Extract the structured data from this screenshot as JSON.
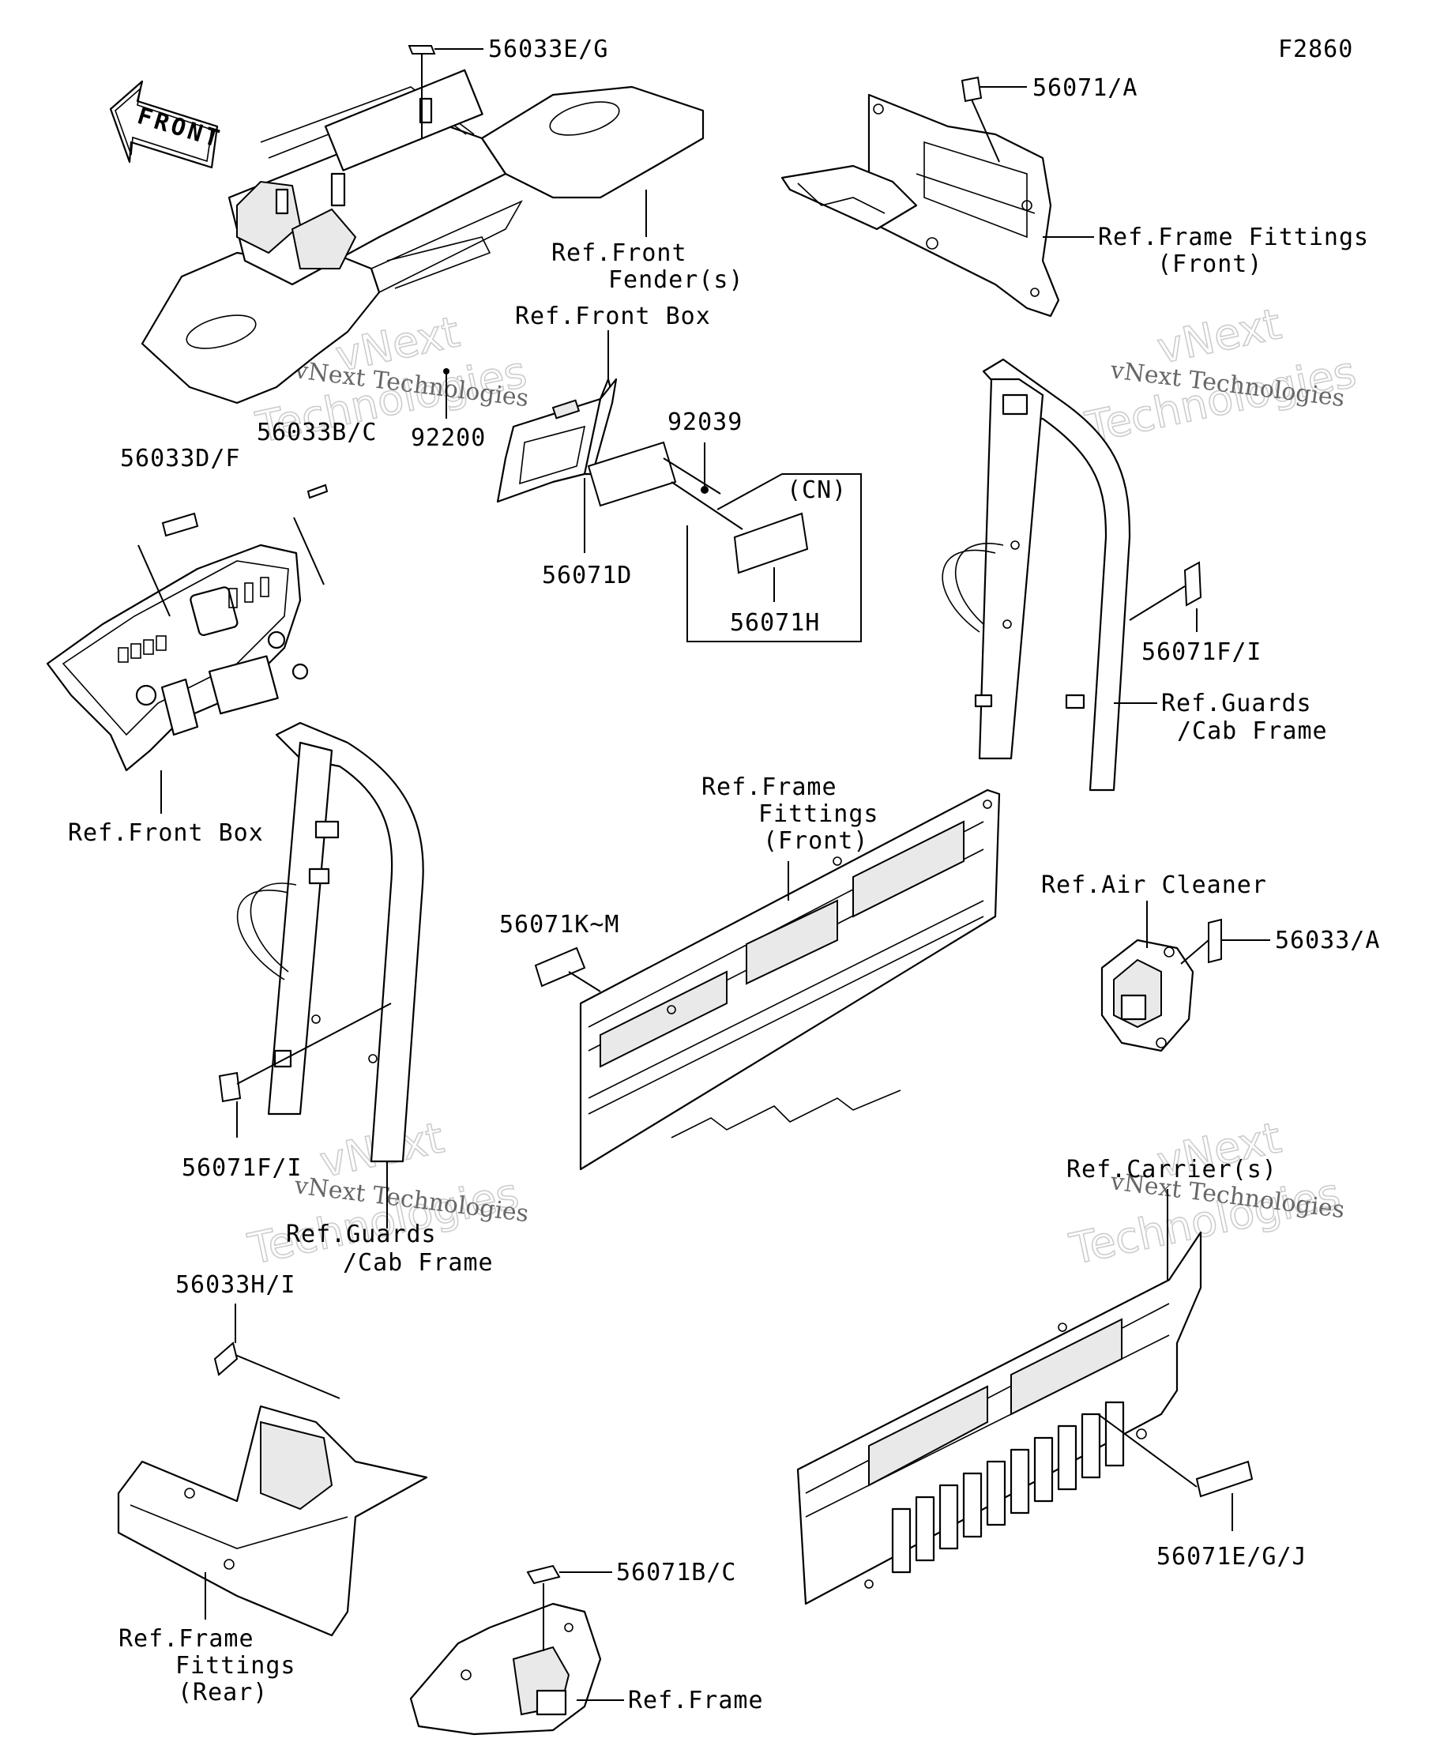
{
  "figure_code": "F2860",
  "front_arrow_label": "FRONT",
  "labels": {
    "l_56033EG": "56033E/G",
    "l_56071A": "56071/A",
    "l_ref_front_fender_1": "Ref.Front",
    "l_ref_front_fender_2": "Fender(s)",
    "l_ref_frame_fittings_front_top_1": "Ref.Frame Fittings",
    "l_ref_frame_fittings_front_top_2": "(Front)",
    "l_ref_front_box_top": "Ref.Front Box",
    "l_92200": "92200",
    "l_56033BC": "56033B/C",
    "l_56033DF": "56033D/F",
    "l_92039": "92039",
    "l_cn": "(CN)",
    "l_56071D": "56071D",
    "l_56071H": "56071H",
    "l_56071FI_right": "56071F/I",
    "l_ref_guards_right_1": "Ref.Guards",
    "l_ref_guards_right_2": "/Cab Frame",
    "l_ref_front_box_left": "Ref.Front Box",
    "l_ref_frame_fittings_mid_1": "Ref.Frame",
    "l_ref_frame_fittings_mid_2": "Fittings",
    "l_ref_frame_fittings_mid_3": "(Front)",
    "l_56071KM": "56071K~M",
    "l_ref_air_cleaner": "Ref.Air Cleaner",
    "l_56033A": "56033/A",
    "l_56071FI_left": "56071F/I",
    "l_ref_guards_left_1": "Ref.Guards",
    "l_ref_guards_left_2": "/Cab Frame",
    "l_ref_carriers": "Ref.Carrier(s)",
    "l_56033HI": "56033H/I",
    "l_56071EGJ": "56071E/G/J",
    "l_56071BC": "56071B/C",
    "l_ref_frame_fittings_rear_1": "Ref.Frame",
    "l_ref_frame_fittings_rear_2": "Fittings",
    "l_ref_frame_fittings_rear_3": "(Rear)",
    "l_ref_frame_bottom": "Ref.Frame"
  },
  "watermarks": {
    "brand_1": "vNext",
    "brand_2": "Technologies",
    "caption": "vNext Technologies"
  }
}
